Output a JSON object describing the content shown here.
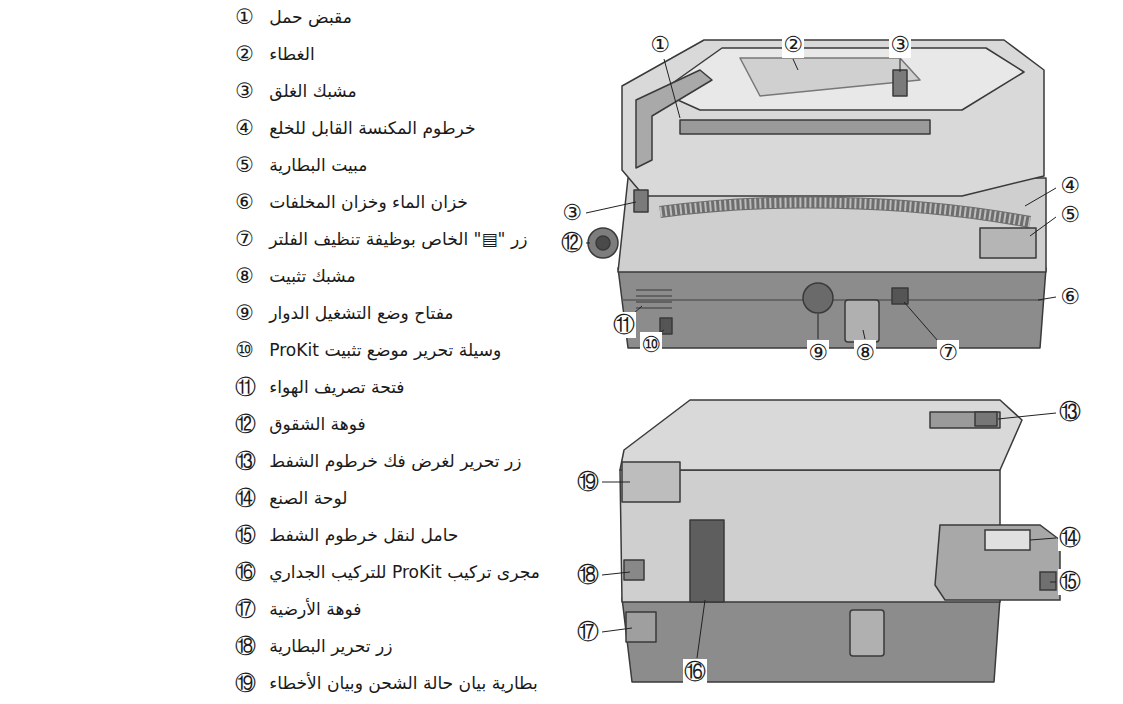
{
  "diagram": {
    "labels": [
      "①",
      "مقبض حمل",
      "②",
      "الغطاء",
      "③",
      "مشبك الغلق",
      "④",
      "خرطوم المكنسة القابل للخلع",
      "⑤",
      "مبيت البطارية",
      "⑥",
      "خزان الماء وخزان المخلفات",
      "⑦",
      "زر \"▤\" الخاص بوظيفة تنظيف الفلتر",
      "⑧",
      "مشبك تثبيت",
      "⑨",
      "مفتاح وضع التشغيل الدوار",
      "⑩",
      "وسيلة تحرير موضع تثبيت ProKit",
      "⑪",
      "فتحة تصريف الهواء",
      "⑫",
      "فوهة الشقوق",
      "⑬",
      "زر تحرير لغرض فك خرطوم الشفط",
      "⑭",
      "لوحة الصنع",
      "⑮",
      "حامل لنقل خرطوم الشفط",
      "⑯",
      "مجرى تركيب ProKit للتركيب الجداري",
      "⑰",
      "فوهة الأرضية",
      "⑱",
      "زر تحرير البطارية",
      "⑲",
      "بطارية بيان حالة الشحن وبيان الأخطاء",
      "①",
      "②",
      "③",
      "③",
      "④",
      "⑤",
      "⑥",
      "⑦",
      "⑧",
      "⑨",
      "⑩",
      "⑪",
      "⑫",
      "⑬",
      "⑲",
      "⑱",
      "⑰",
      "⑯",
      "⑭",
      "⑮"
    ]
  }
}
